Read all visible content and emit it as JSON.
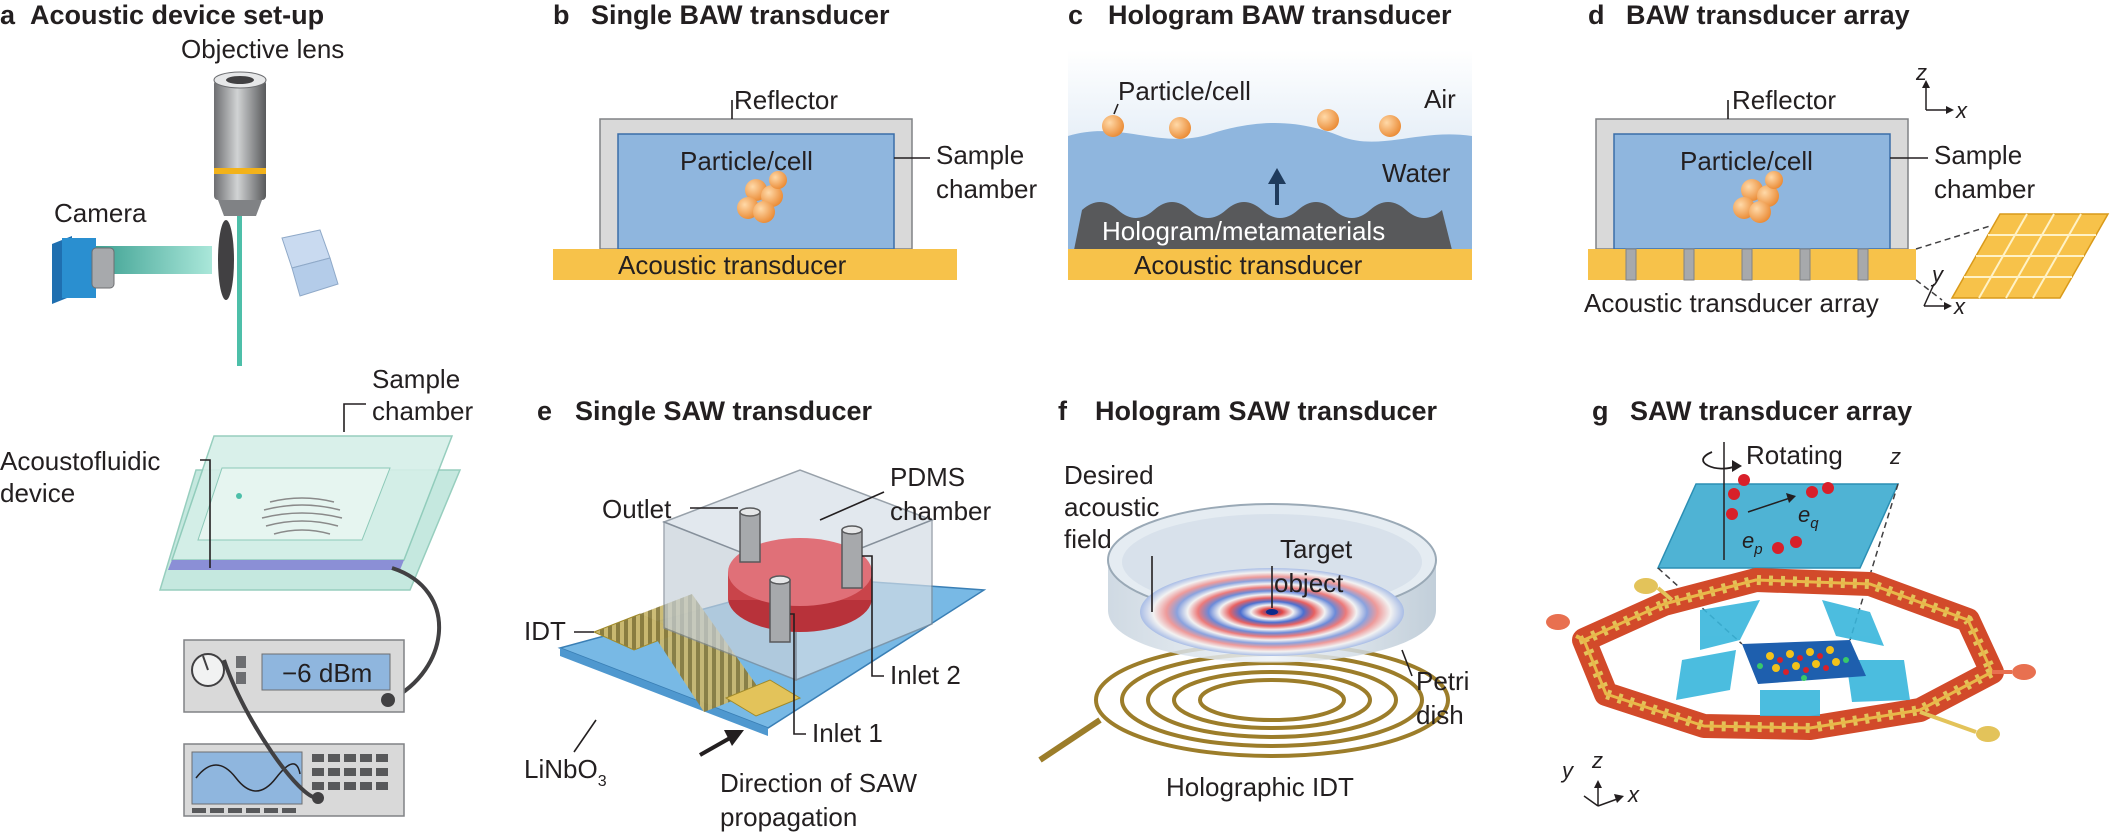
{
  "panels": {
    "a": {
      "letter": "a",
      "title": "Acoustic device set-up",
      "objective_lens": "Objective lens",
      "camera": "Camera",
      "sample_chamber_1": "Sample",
      "sample_chamber_2": "chamber",
      "device_1": "Acoustofluidic",
      "device_2": "device",
      "readout": "−6 dBm"
    },
    "b": {
      "letter": "b",
      "title": "Single BAW transducer",
      "reflector": "Reflector",
      "particle": "Particle/cell",
      "sample_chamber_1": "Sample",
      "sample_chamber_2": "chamber",
      "transducer": "Acoustic transducer"
    },
    "c": {
      "letter": "c",
      "title": "Hologram BAW transducer",
      "particle": "Particle/cell",
      "air": "Air",
      "water": "Water",
      "hologram": "Hologram/metamaterials",
      "transducer": "Acoustic transducer"
    },
    "d": {
      "letter": "d",
      "title": "BAW transducer array",
      "reflector": "Reflector",
      "particle": "Particle/cell",
      "sample_chamber_1": "Sample",
      "sample_chamber_2": "chamber",
      "array": "Acoustic transducer array",
      "axis_z": "z",
      "axis_x": "x",
      "axis_y": "y",
      "axis_x2": "x"
    },
    "e": {
      "letter": "e",
      "title": "Single SAW transducer",
      "outlet": "Outlet",
      "pdms_1": "PDMS",
      "pdms_2": "chamber",
      "idt": "IDT",
      "inlet2": "Inlet 2",
      "inlet1": "Inlet 1",
      "linbo_main": "LiNbO",
      "linbo_sub": "3",
      "direction_1": "Direction of SAW",
      "direction_2": "propagation"
    },
    "f": {
      "letter": "f",
      "title": "Hologram SAW transducer",
      "desired_1": "Desired",
      "desired_2": "acoustic",
      "desired_3": "field",
      "target_1": "Target",
      "target_2": "object",
      "petri_1": "Petri",
      "petri_2": "dish",
      "holo_idt": "Holographic IDT"
    },
    "g": {
      "letter": "g",
      "title": "SAW transducer array",
      "rotating": "Rotating",
      "rotating_axis": "z",
      "eq_main": "e",
      "eq_sub": "q",
      "ep_main": "e",
      "ep_sub": "p",
      "axis_y": "y",
      "axis_z": "z",
      "axis_x": "x"
    }
  },
  "colors": {
    "water": "#8fb6de",
    "transducer": "#f7c24a",
    "reflector": "#d9d9d9",
    "particle": "#f4a050",
    "beam": "#4dbfa9",
    "camera": "#2a8fd0",
    "red_dot": "#d8202a",
    "substrate": "#78b9e5"
  }
}
